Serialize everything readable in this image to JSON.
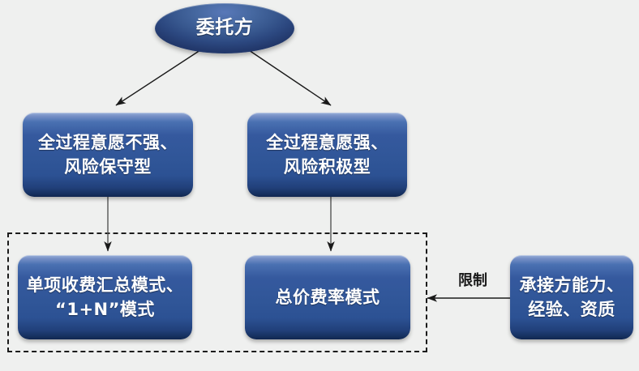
{
  "diagram": {
    "type": "flowchart",
    "background_color": "#eff0ef",
    "node_fill_color": "#2f5598",
    "node_text_color": "#ffffff",
    "connector_color": "#1a1a1a",
    "group_border_color": "#1b1b1b",
    "nodes": [
      {
        "id": "client",
        "shape": "ellipse",
        "lines": [
          "委托方"
        ]
      },
      {
        "id": "low-willingness",
        "shape": "rounded-rect",
        "lines": [
          "全过程意愿不强、",
          "风险保守型"
        ]
      },
      {
        "id": "high-willingness",
        "shape": "rounded-rect",
        "lines": [
          "全过程意愿强、",
          "风险积极型"
        ]
      },
      {
        "id": "itemized-mode",
        "shape": "rounded-rect",
        "lines": [
          "单项收费汇总模式、",
          "“1+N”模式"
        ]
      },
      {
        "id": "lumpsum-rate-mode",
        "shape": "rounded-rect",
        "lines": [
          "总价费率模式"
        ]
      },
      {
        "id": "contractor-capability",
        "shape": "rounded-rect",
        "lines": [
          "承接方能力、",
          "经验、资质"
        ]
      }
    ],
    "edges": [
      {
        "id": "client-to-low",
        "from": "client",
        "to": "low-willingness",
        "label": ""
      },
      {
        "id": "client-to-high",
        "from": "client",
        "to": "high-willingness",
        "label": ""
      },
      {
        "id": "low-to-itemized",
        "from": "low-willingness",
        "to": "itemized-mode",
        "label": ""
      },
      {
        "id": "high-to-lumpsum",
        "from": "high-willingness",
        "to": "lumpsum-rate-mode",
        "label": ""
      },
      {
        "id": "capability-to-lumpsum",
        "from": "contractor-capability",
        "to": "lumpsum-rate-mode",
        "label": "限制"
      }
    ],
    "group": {
      "id": "fee-mode-group",
      "style": "dashed",
      "label": ""
    }
  }
}
